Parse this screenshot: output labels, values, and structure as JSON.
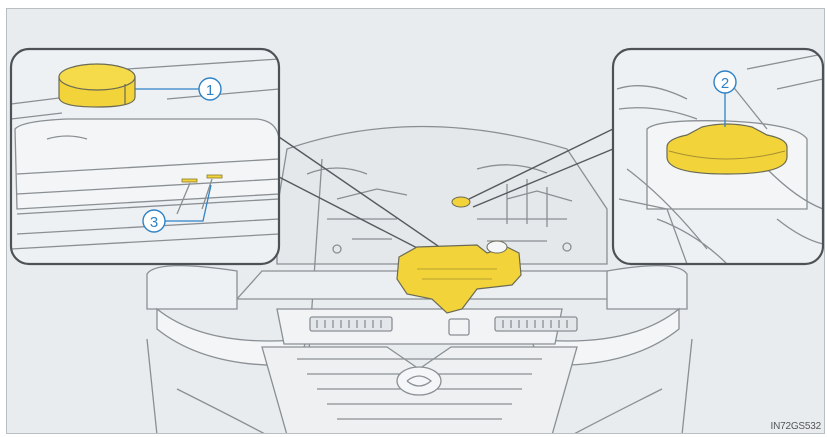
{
  "figure": {
    "image_code": "IN72GS532",
    "callouts": [
      {
        "number": "1"
      },
      {
        "number": "2"
      },
      {
        "number": "3"
      }
    ]
  },
  "colors": {
    "background": "#e8ecee",
    "accent_yellow": "#f2d33a",
    "callout_blue": "#2e82c6",
    "line_art": "#8a8f94"
  }
}
